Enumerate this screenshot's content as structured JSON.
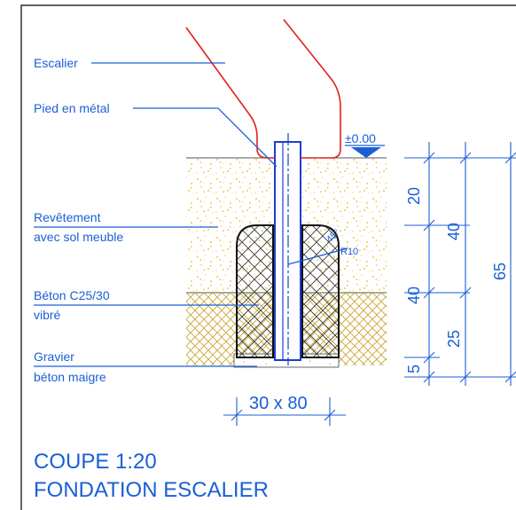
{
  "labels": {
    "stair": "Escalier",
    "metal_foot": "Pied en métal",
    "coating_1": "Revêtement",
    "coating_2": "avec sol meuble",
    "concrete_1": "Béton C25/30",
    "concrete_2": "vibré",
    "gravel_1": "Gravier",
    "gravel_2": "béton maigre"
  },
  "level": "±0.00",
  "annotations": {
    "angle": "45°",
    "radius": "R10"
  },
  "dimensions": {
    "d20": "20",
    "d40_upper": "40",
    "d40_lower": "40",
    "d25": "25",
    "d5": "5",
    "d65": "65",
    "width": "30 x 80"
  },
  "title": {
    "line1": "COUPE  1:20",
    "line2": "FONDATION  ESCALIER"
  },
  "colors": {
    "annotation": "#1a5fd6",
    "stair": "#e0201a",
    "soil_speckle": "#e8b624",
    "gravel_hatch": "#c9a227",
    "concrete_hatch": "#333333"
  }
}
